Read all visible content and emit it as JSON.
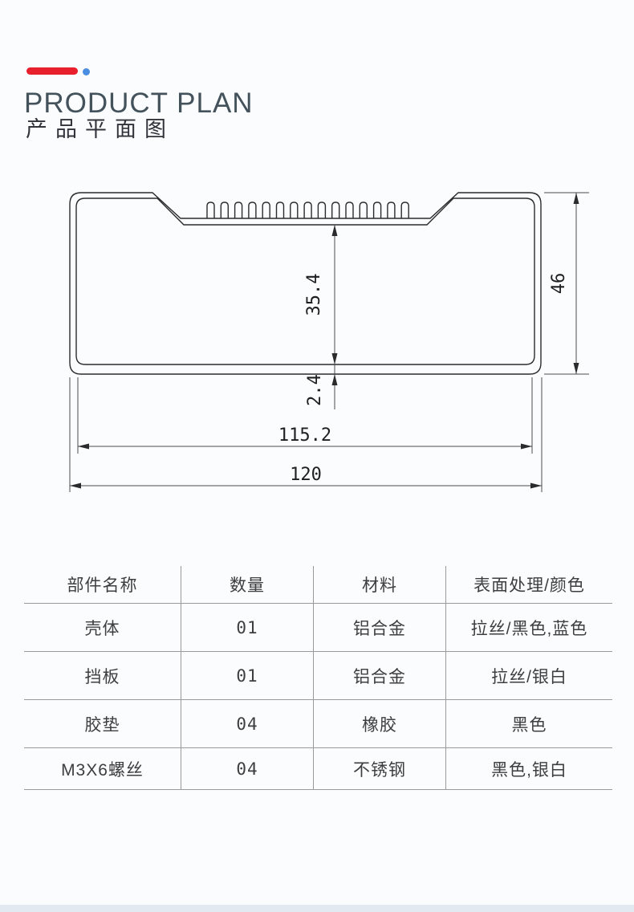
{
  "page": {
    "background": "#fbfcfe",
    "footer_bar_color": "#e3e9f0"
  },
  "header": {
    "accent_bar_color": "#e8202e",
    "accent_dot_color": "#4b8de0",
    "title_en": "PRODUCT PLAN",
    "title_zh": "产品平面图"
  },
  "drawing": {
    "dims": {
      "inner_height": "35.4",
      "bottom_wall_thickness": "2.4",
      "overall_height": "46",
      "inner_width": "115.2",
      "overall_width": "120"
    }
  },
  "table": {
    "headers": [
      "部件名称",
      "数量",
      "材料",
      "表面处理/颜色"
    ],
    "rows": [
      [
        "壳体",
        "01",
        "铝合金",
        "拉丝/黑色,蓝色"
      ],
      [
        "挡板",
        "01",
        "铝合金",
        "拉丝/银白"
      ],
      [
        "胶垫",
        "04",
        "橡胶",
        "黑色"
      ],
      [
        "M3X6螺丝",
        "04",
        "不锈钢",
        "黑色,银白"
      ]
    ]
  }
}
